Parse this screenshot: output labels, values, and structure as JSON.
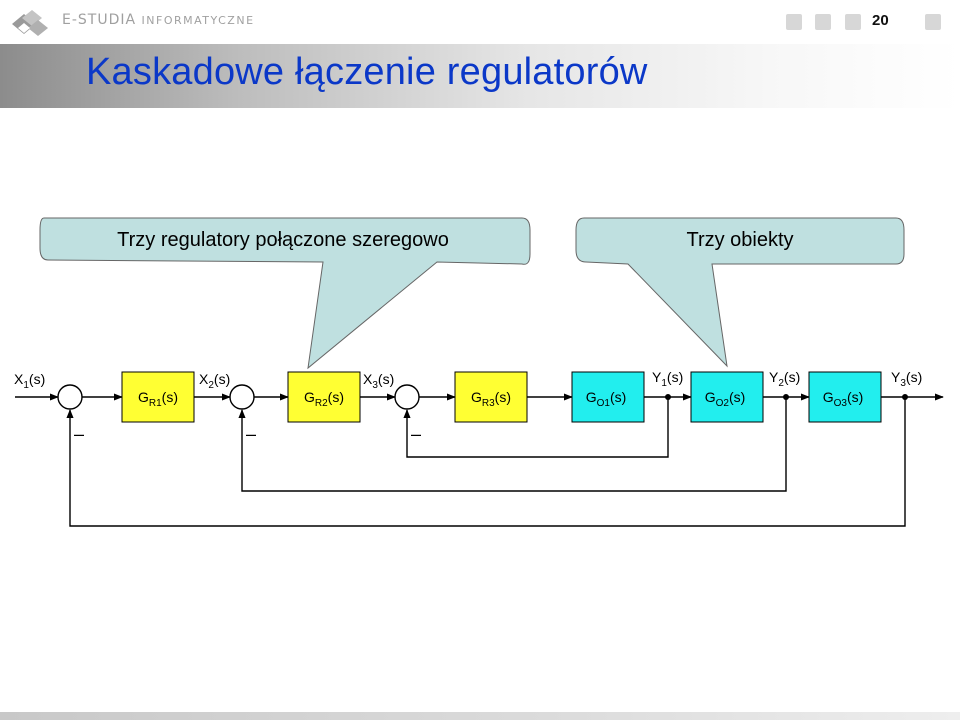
{
  "header": {
    "brand_main": "E-STUDIA",
    "brand_sub": "INFORMATYCZNE",
    "page_number": "20"
  },
  "slide": {
    "title": "Kaskadowe łączenie regulatorów"
  },
  "callouts": {
    "left": "Trzy regulatory połączone szeregowo",
    "right": "Trzy obiekty"
  },
  "colors": {
    "title": "#0b38c8",
    "controller_fill": "#ffff33",
    "plant_fill": "#22eeee",
    "callout_fill": "#bfe0e0"
  },
  "diagram": {
    "blocks": [
      {
        "base": "G",
        "sub": "R1",
        "tail": "(s)"
      },
      {
        "base": "G",
        "sub": "R2",
        "tail": "(s)"
      },
      {
        "base": "G",
        "sub": "R3",
        "tail": "(s)"
      },
      {
        "base": "G",
        "sub": "O1",
        "tail": "(s)"
      },
      {
        "base": "G",
        "sub": "O2",
        "tail": "(s)"
      },
      {
        "base": "G",
        "sub": "O3",
        "tail": "(s)"
      }
    ],
    "signals": [
      {
        "base": "X",
        "sub": "1",
        "tail": "(s)"
      },
      {
        "base": "X",
        "sub": "2",
        "tail": "(s)"
      },
      {
        "base": "X",
        "sub": "3",
        "tail": "(s)"
      },
      {
        "base": "Y",
        "sub": "1",
        "tail": "(s)"
      },
      {
        "base": "Y",
        "sub": "2",
        "tail": "(s)"
      },
      {
        "base": "Y",
        "sub": "3",
        "tail": "(s)"
      }
    ],
    "minus_sign": "–"
  }
}
